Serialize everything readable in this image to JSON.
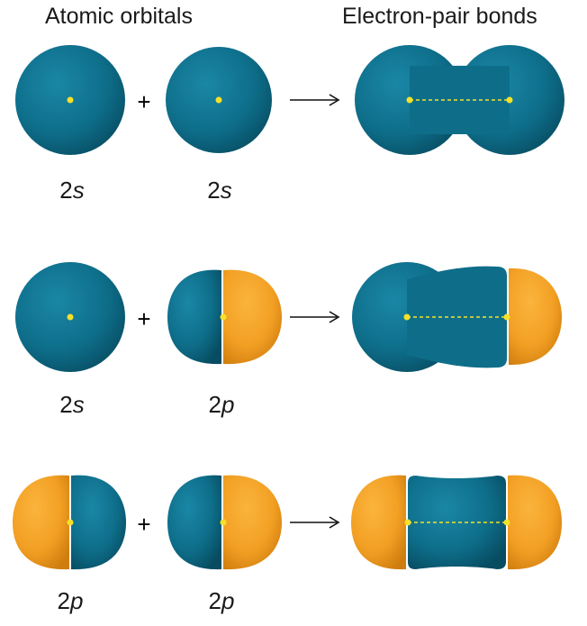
{
  "headings": {
    "atomic": "Atomic orbitals",
    "bonds": "Electron-pair bonds"
  },
  "operators": {
    "plus": "+"
  },
  "rows": [
    {
      "left": {
        "num": "2",
        "sub": "s"
      },
      "right": {
        "num": "2",
        "sub": "s"
      }
    },
    {
      "left": {
        "num": "2",
        "sub": "s"
      },
      "right": {
        "num": "2",
        "sub": "p"
      }
    },
    {
      "left": {
        "num": "2",
        "sub": "p"
      },
      "right": {
        "num": "2",
        "sub": "p"
      }
    }
  ],
  "colors": {
    "teal": "#0e6e8a",
    "orange": "#f2a024",
    "nucleus": "#f5e12a",
    "arrow": "#111111"
  }
}
